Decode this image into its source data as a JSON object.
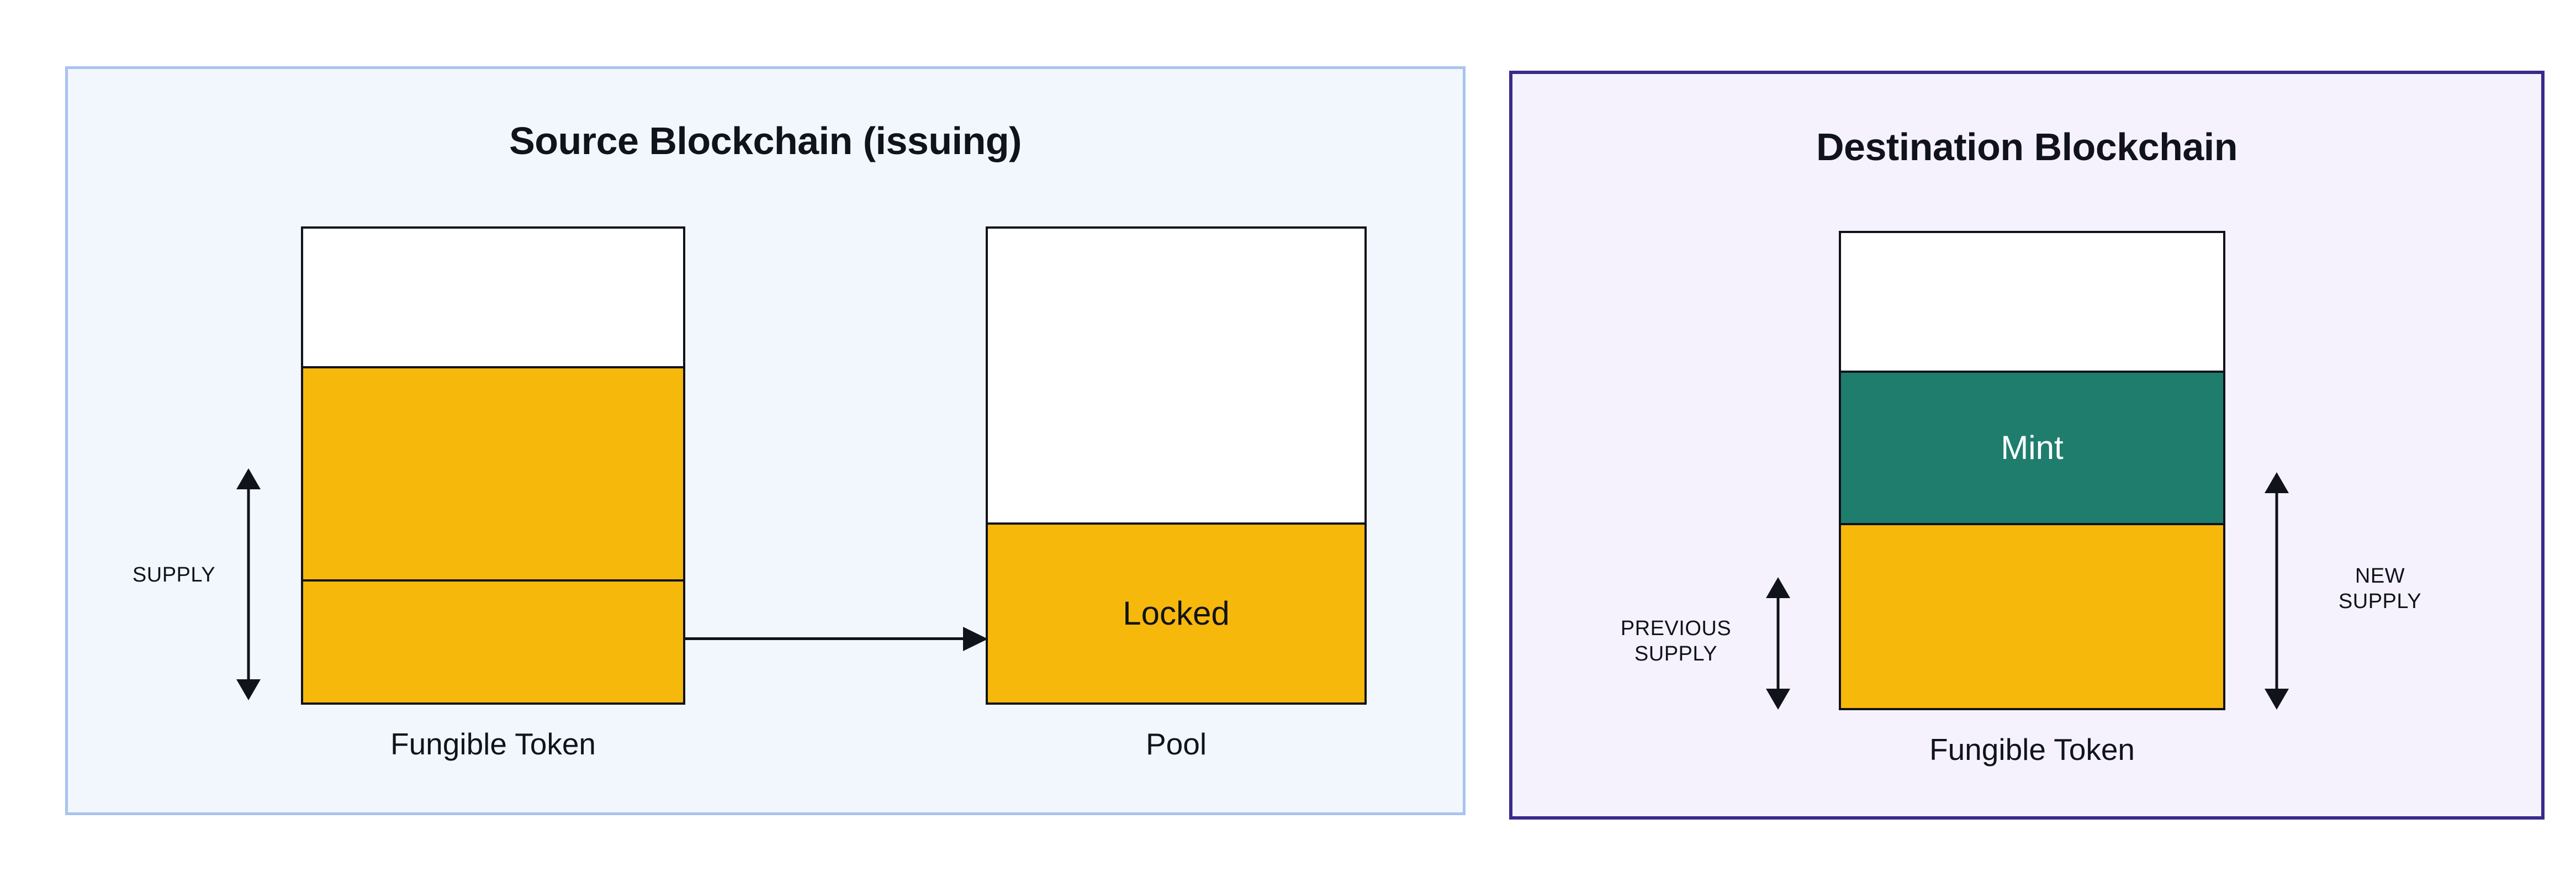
{
  "panels": {
    "source": {
      "title": "Source Blockchain (issuing)",
      "border_color": "#a9c3f0",
      "background_color": "#f2f7fd",
      "bars": [
        {
          "caption": "Fungible Token",
          "segments": [
            {
              "label": "",
              "kind": "empty",
              "height_pct": 29
            },
            {
              "label": "",
              "kind": "gold",
              "height_pct": 45
            },
            {
              "label": "",
              "kind": "gold",
              "height_pct": 26
            }
          ]
        },
        {
          "caption": "Pool",
          "segments": [
            {
              "label": "",
              "kind": "empty",
              "height_pct": 62
            },
            {
              "label": "Locked",
              "kind": "gold",
              "height_pct": 38
            }
          ]
        }
      ],
      "measures": [
        {
          "label": "SUPPLY"
        }
      ],
      "transfer_arrow": {
        "from": "Fungible Token",
        "to": "Pool"
      }
    },
    "destination": {
      "title": "Destination Blockchain",
      "border_color": "#3a2a8a",
      "background_color": "#f5f2fd",
      "bars": [
        {
          "caption": "Fungible Token",
          "segments": [
            {
              "label": "",
              "kind": "empty",
              "height_pct": 29
            },
            {
              "label": "Mint",
              "kind": "teal",
              "height_pct": 32
            },
            {
              "label": "",
              "kind": "gold",
              "height_pct": 39
            }
          ]
        }
      ],
      "measures": [
        {
          "label": "PREVIOUS\nSUPPLY"
        },
        {
          "label": "NEW\nSUPPLY"
        }
      ]
    }
  },
  "colors": {
    "gold": "#f7b80c",
    "teal": "#1f7d6e",
    "stroke": "#10131a",
    "source_border": "#a9c3f0",
    "source_bg": "#f2f7fd",
    "destination_border": "#3a2a8a",
    "destination_bg": "#f5f2fd"
  }
}
